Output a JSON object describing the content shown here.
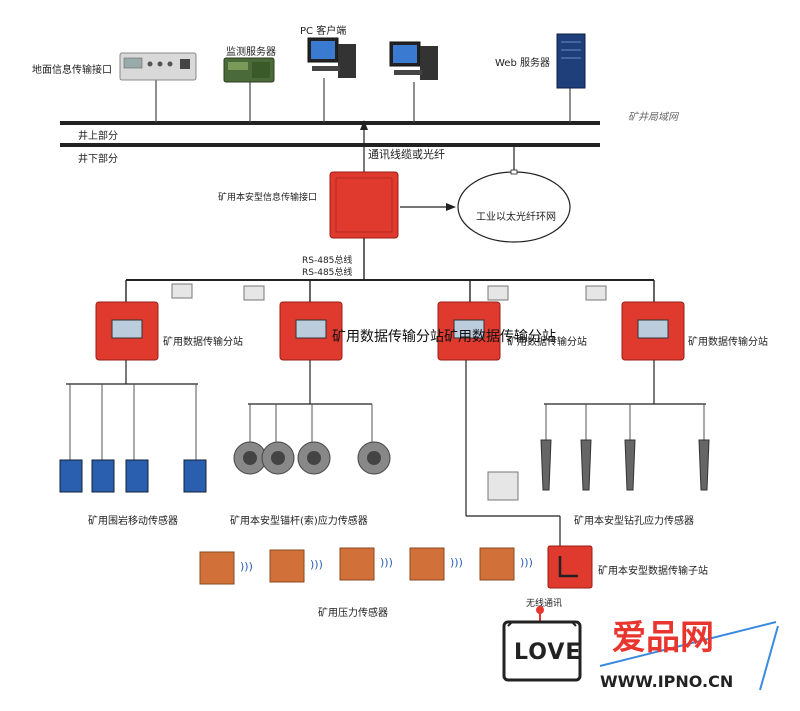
{
  "surface": {
    "ground_interface": "地面信息传输接口",
    "monitor_server": "监测服务器",
    "pc_client": "PC 客户端",
    "web_server": "Web 服务器",
    "mine_lan": "矿井局域网",
    "above_ground": "井上部分",
    "below_ground": "井下部分",
    "cable": "通讯线缆或光纤"
  },
  "core": {
    "info_interface": "矿用本安型信息传输接口",
    "ring_network": "工业以太光纤环网",
    "rs485_1": "RS-485总线",
    "rs485_2": "RS-485总线"
  },
  "substations": [
    {
      "label": ""
    },
    {
      "label": ""
    },
    {
      "label": "矿用数据传输分站"
    },
    {
      "label": "矿用数据传输分站"
    }
  ],
  "overlay_text": "矿用数据传输分站矿用数据传输分站",
  "first_station_label": "矿用数据传输分站",
  "sensors": {
    "displacement": "矿用围岩移动传感器",
    "anchor": "矿用本安型锚杆(索)应力传感器",
    "borehole": "矿用本安型钻孔应力传感器",
    "pressure": "矿用压力传感器",
    "sub_station": "矿用本安型数据传输子站",
    "wireless": "无线通讯"
  },
  "watermark": {
    "badge": "LOVE",
    "brand": "爱品网",
    "url": "WWW.IPNO.CN"
  },
  "colors": {
    "device_red": "#e03a2f",
    "sensor_orange": "#d2703a",
    "sensor_blue": "#2a5fb0",
    "brand_red": "#e8352e",
    "line": "#333333"
  }
}
